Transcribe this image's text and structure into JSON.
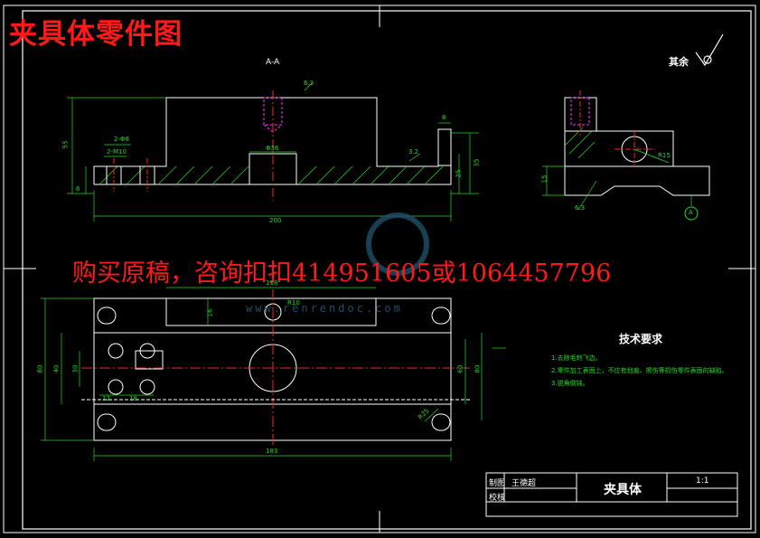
{
  "drawing_title": "夹具体零件图",
  "promo_text": "购买原稿，咨询扣扣414951605或1064457796",
  "watermark_url": "www.renrendoc.com",
  "colors": {
    "background": "#000000",
    "outline": "#ffffff",
    "dimension": "#22dd22",
    "centerline": "#ff2222",
    "hidden": "#ff33ff",
    "promo": "#ff1a1a"
  },
  "section_label": "A-A",
  "rough_label": "其余",
  "rough_value": "",
  "dimensions": {
    "overall_length": "200",
    "height_left": "55",
    "height_right": "35",
    "rib_height": "25",
    "base_thick": "6",
    "step": "8",
    "hole_note_1": "2-Φ8",
    "hole_note_2": "2-M10",
    "center_bore": "Φ36",
    "ra1": "6.3",
    "ra2": "3.2",
    "side_ra": "6.3",
    "side_r": "R15",
    "side_h": "15",
    "plan_width": "118",
    "plan_len": "183",
    "plan_h": "16",
    "plan_left": "80",
    "plan_inner": "40",
    "plan_30": "30",
    "plan_r10": "R10",
    "plan_12": "12",
    "plan_18": "18",
    "plan_right_80": "80",
    "plan_right_60": "60",
    "plan_r25": "R25",
    "view_a": "A"
  },
  "technical_requirements": {
    "title": "技术要求",
    "items": [
      "1.去除毛刺飞边。",
      "2.零件加工表面上，不应有划痕、擦伤等损伤零件表面的缺陷。",
      "3.锐角倒钝。"
    ]
  },
  "title_block": {
    "drawn_label": "制图",
    "drawn_name": "王德超",
    "check_label": "校核",
    "part_name": "夹具体",
    "scale": "1:1"
  }
}
